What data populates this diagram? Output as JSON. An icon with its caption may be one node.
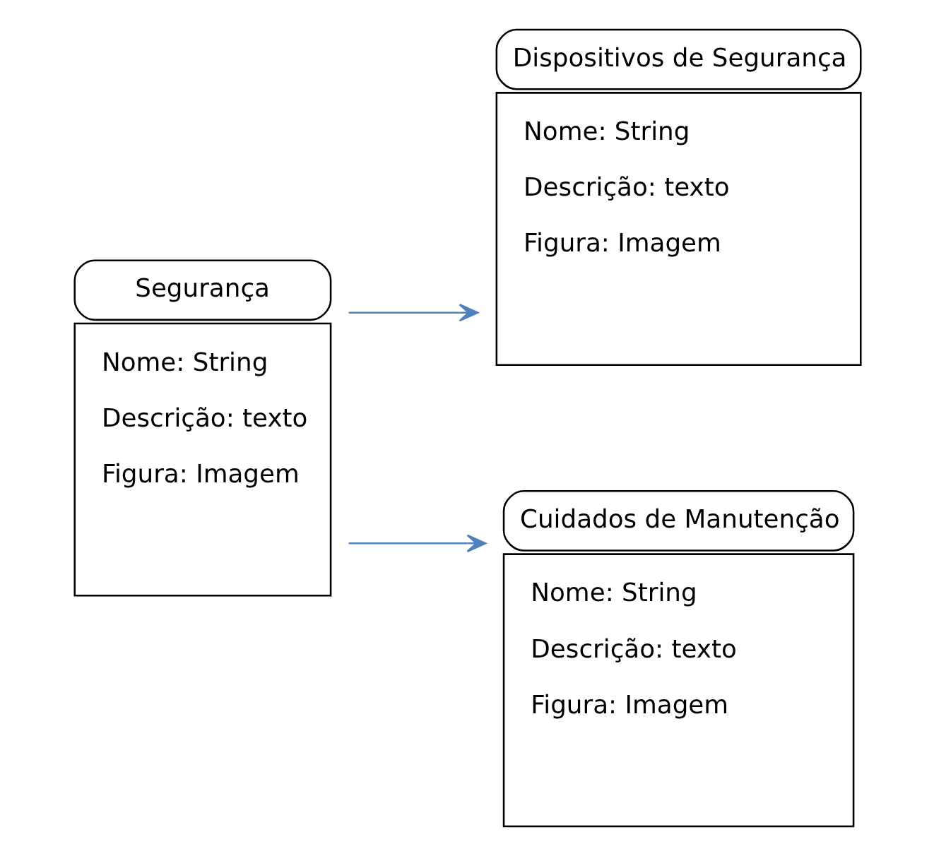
{
  "diagram": {
    "nodes": [
      {
        "text": [
          "Segurança",
          "Nome: String",
          "Descrição: texto",
          "Figura: Imagem"
        ]
      },
      {
        "text": [
          "Dispositivos de Segurança",
          "Nome: String",
          "Descrição: texto",
          "Figura: Imagem"
        ]
      },
      {
        "text": [
          "Cuidados de Manutenção",
          "Nome: String",
          "Descrição: texto",
          "Figura: Imagem"
        ]
      }
    ],
    "edges": [
      {
        "from": 0,
        "to": 1,
        "arrow": "to"
      },
      {
        "from": 0,
        "to": 2,
        "arrow": "to"
      }
    ]
  }
}
